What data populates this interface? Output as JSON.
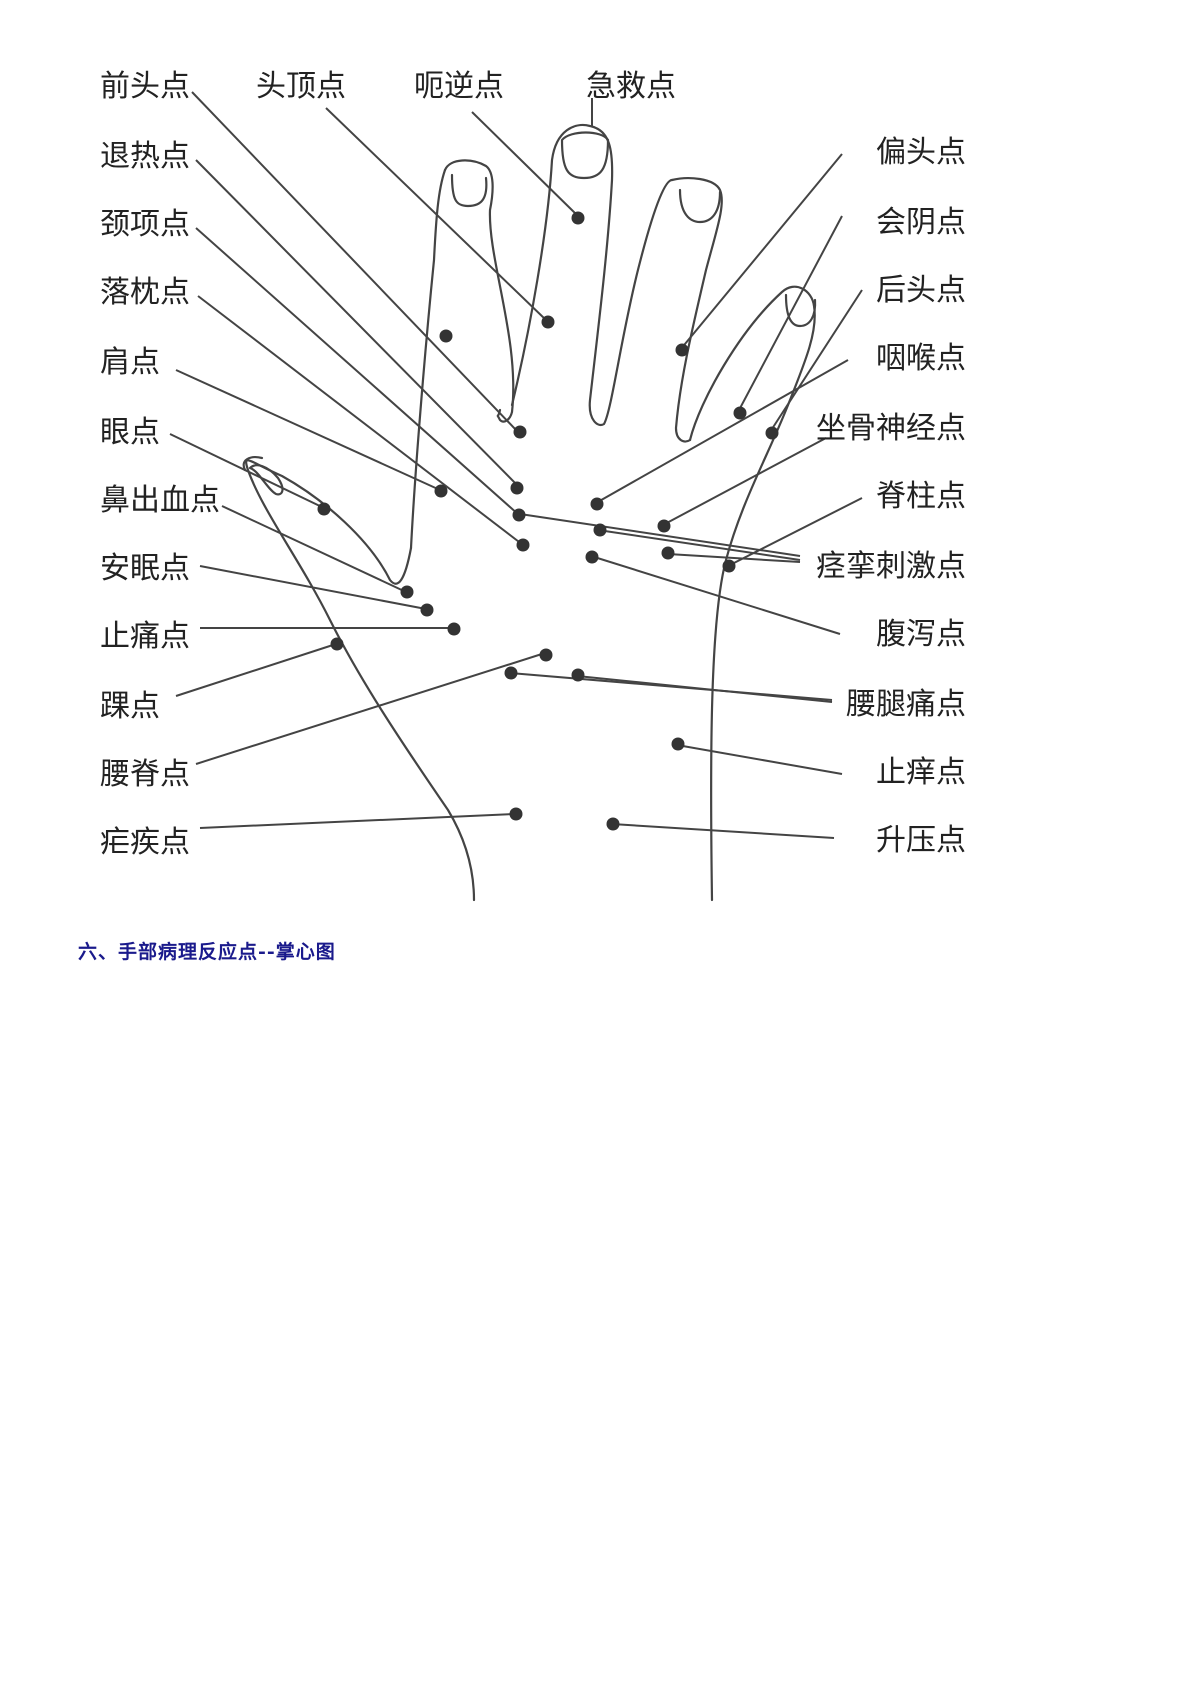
{
  "labels": {
    "qiantou": "前头点",
    "touding": "头顶点",
    "eni": "呃逆点",
    "jijiu": "急救点",
    "tuire": "退热点",
    "jingxiang": "颈项点",
    "laozhen": "落枕点",
    "jian": "肩点",
    "yan": "眼点",
    "bichuxue": "鼻出血点",
    "anmian": "安眠点",
    "zhitong": "止痛点",
    "huai": "踝点",
    "yaoji": "腰脊点",
    "nueji": "疟疾点",
    "piantou": "偏头点",
    "huiyin": "会阴点",
    "houtou": "后头点",
    "yanhou": "咽喉点",
    "zuogu": "坐骨神经点",
    "jizhu": "脊柱点",
    "jingluan": "痉挛刺激点",
    "fuxie": "腹泻点",
    "yaotui": "腰腿痛点",
    "zhiyang": "止痒点",
    "shengya": "升压点"
  },
  "caption": "六、手部病理反应点--掌心图",
  "colors": {
    "line": "#444444",
    "dot": "#333333",
    "text": "#222222",
    "caption": "#1a1a8c"
  }
}
